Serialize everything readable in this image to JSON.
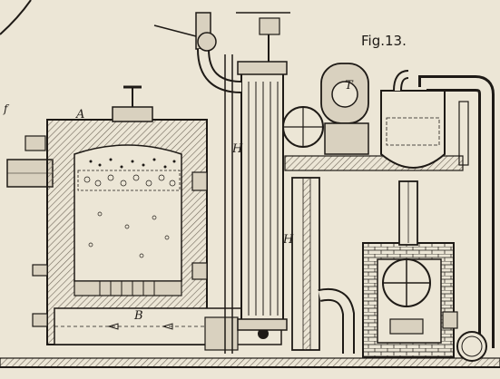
{
  "figure": {
    "caption": "Fig.13."
  },
  "labels": {
    "a": "A",
    "b": "B",
    "h_upper": "H",
    "h_lower": "H",
    "t": "T",
    "margin_letter": "f"
  },
  "colors": {
    "paper": "#ece6d6",
    "ink": "#1e1a16",
    "hatch": "#6f665a",
    "fill_light": "#d9d1bf"
  }
}
